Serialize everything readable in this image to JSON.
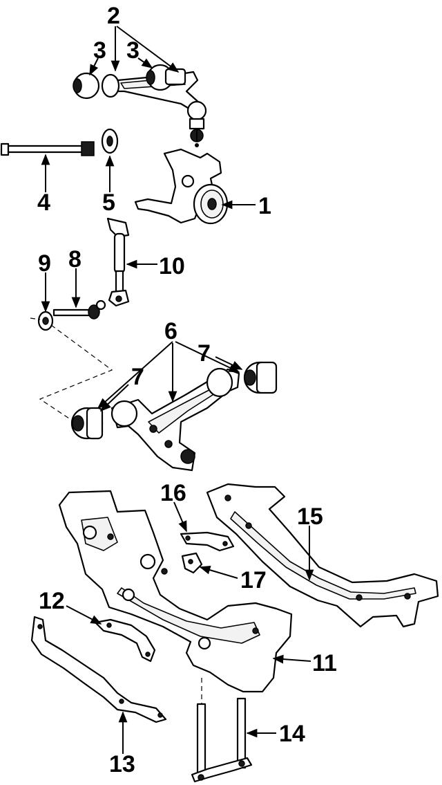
{
  "diagram": {
    "callouts": [
      {
        "id": "c1",
        "label": "1"
      },
      {
        "id": "c2",
        "label": "2"
      },
      {
        "id": "c3a",
        "label": "3"
      },
      {
        "id": "c3b",
        "label": "3"
      },
      {
        "id": "c4",
        "label": "4"
      },
      {
        "id": "c5",
        "label": "5"
      },
      {
        "id": "c6",
        "label": "6"
      },
      {
        "id": "c7a",
        "label": "7"
      },
      {
        "id": "c7b",
        "label": "7"
      },
      {
        "id": "c8",
        "label": "8"
      },
      {
        "id": "c9",
        "label": "9"
      },
      {
        "id": "c10",
        "label": "10"
      },
      {
        "id": "c11",
        "label": "11"
      },
      {
        "id": "c12",
        "label": "12"
      },
      {
        "id": "c13",
        "label": "13"
      },
      {
        "id": "c14",
        "label": "14"
      },
      {
        "id": "c15",
        "label": "15"
      },
      {
        "id": "c16",
        "label": "16"
      },
      {
        "id": "c17",
        "label": "17"
      }
    ]
  }
}
